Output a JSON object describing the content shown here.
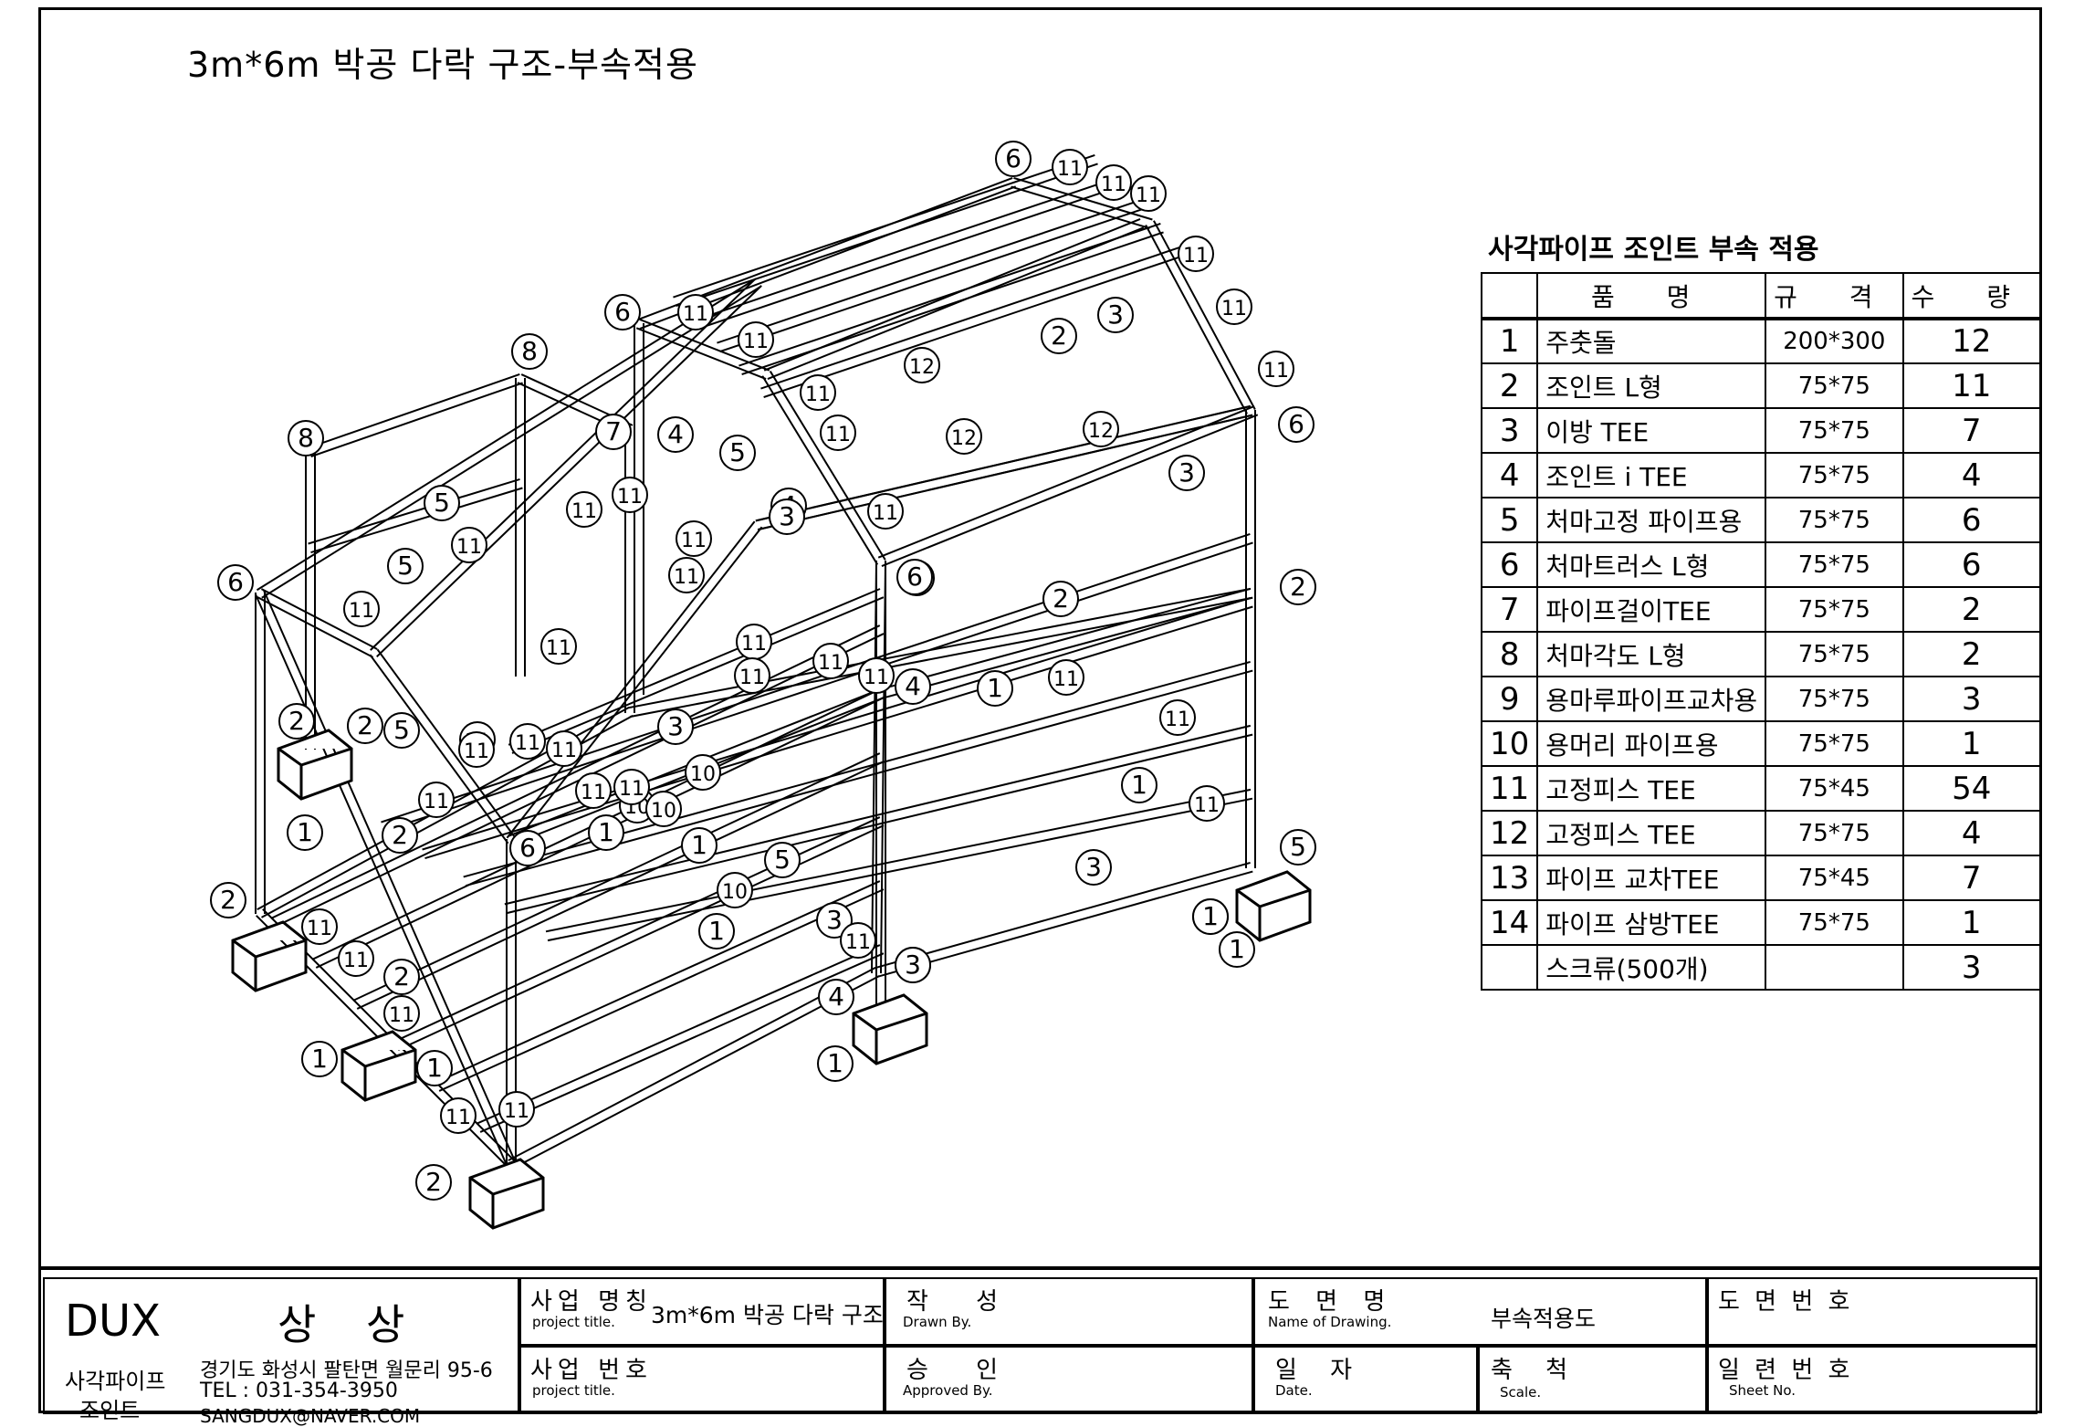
{
  "drawing": {
    "title": "3m*6m 박공 다락 구조-부속적용",
    "callouts": [
      "6",
      "11",
      "11",
      "11",
      "11",
      "11",
      "11",
      "6",
      "6",
      "11",
      "11",
      "12",
      "2",
      "3",
      "11",
      "12",
      "11",
      "12",
      "11",
      "8",
      "8",
      "7",
      "4",
      "5",
      "3",
      "5",
      "11",
      "11",
      "11",
      "4",
      "11",
      "3",
      "5",
      "6",
      "11",
      "11",
      "11",
      "6",
      "2",
      "2",
      "11",
      "11",
      "11",
      "11",
      "11",
      "4",
      "1",
      "11",
      "2",
      "2",
      "5",
      "11",
      "11",
      "11",
      "11",
      "3",
      "11",
      "10",
      "11",
      "10",
      "1",
      "11",
      "3",
      "11",
      "1",
      "2",
      "11",
      "6",
      "1",
      "10",
      "10",
      "1",
      "5",
      "3",
      "1",
      "11",
      "11",
      "1",
      "1",
      "2",
      "11",
      "1",
      "5",
      "11",
      "4",
      "3",
      "11",
      "2",
      "1",
      "11",
      "1",
      "11",
      "1",
      "2"
    ]
  },
  "parts_table": {
    "title": "사각파이프 조인트 부속 적용",
    "headers": {
      "name": "품 명",
      "spec": "규 격",
      "qty": "수 량"
    },
    "rows": [
      {
        "no": "1",
        "name": "주춧돌",
        "spec": "200*300",
        "qty": "12"
      },
      {
        "no": "2",
        "name": "조인트 L형",
        "spec": "75*75",
        "qty": "11"
      },
      {
        "no": "3",
        "name": "이방 TEE",
        "spec": "75*75",
        "qty": "7"
      },
      {
        "no": "4",
        "name": "조인트 i TEE",
        "spec": "75*75",
        "qty": "4"
      },
      {
        "no": "5",
        "name": "처마고정 파이프용",
        "spec": "75*75",
        "qty": "6"
      },
      {
        "no": "6",
        "name": "처마트러스 L형",
        "spec": "75*75",
        "qty": "6"
      },
      {
        "no": "7",
        "name": "파이프걸이TEE",
        "spec": "75*75",
        "qty": "2"
      },
      {
        "no": "8",
        "name": "처마각도 L형",
        "spec": "75*75",
        "qty": "2"
      },
      {
        "no": "9",
        "name": "용마루파이프교차용",
        "spec": "75*75",
        "qty": "3"
      },
      {
        "no": "10",
        "name": "용머리 파이프용",
        "spec": "75*75",
        "qty": "1"
      },
      {
        "no": "11",
        "name": "고정피스 TEE",
        "spec": "75*45",
        "qty": "54"
      },
      {
        "no": "12",
        "name": "고정피스 TEE",
        "spec": "75*75",
        "qty": "4"
      },
      {
        "no": "13",
        "name": "파이프 교차TEE",
        "spec": "75*45",
        "qty": "7"
      },
      {
        "no": "14",
        "name": "파이프 삼방TEE",
        "spec": "75*75",
        "qty": "1"
      },
      {
        "no": "",
        "name": "스크류(500개)",
        "spec": "",
        "qty": "3"
      }
    ]
  },
  "title_block": {
    "brand": "DUX",
    "brand_ko": "상 상",
    "company_line1": "사각파이프",
    "company_line2": "조인트",
    "address": "경기도 화성시 팔탄면 월문리 95-6",
    "tel": "TEL : 031-354-3950",
    "email": "SANGDUX@NAVER.COM",
    "project_name_ko": "사업 명칭",
    "project_name_en": "project title.",
    "project_name_value": "3m*6m 박공 다락 구조",
    "project_no_ko": "사업 번호",
    "project_no_en": "project title.",
    "drawn_ko": "작 성",
    "drawn_en": "Drawn By.",
    "approved_ko": "승 인",
    "approved_en": "Approved By.",
    "drawing_name_ko": "도 면 명",
    "drawing_name_en": "Name of Drawing.",
    "drawing_name_value": "부속적용도",
    "date_ko": "일 자",
    "date_en": "Date.",
    "scale_ko": "축 척",
    "scale_en": "Scale.",
    "drawing_no_ko": "도 면 번 호",
    "sheet_no_ko": "일 련 번 호",
    "sheet_no_en": "Sheet No."
  }
}
